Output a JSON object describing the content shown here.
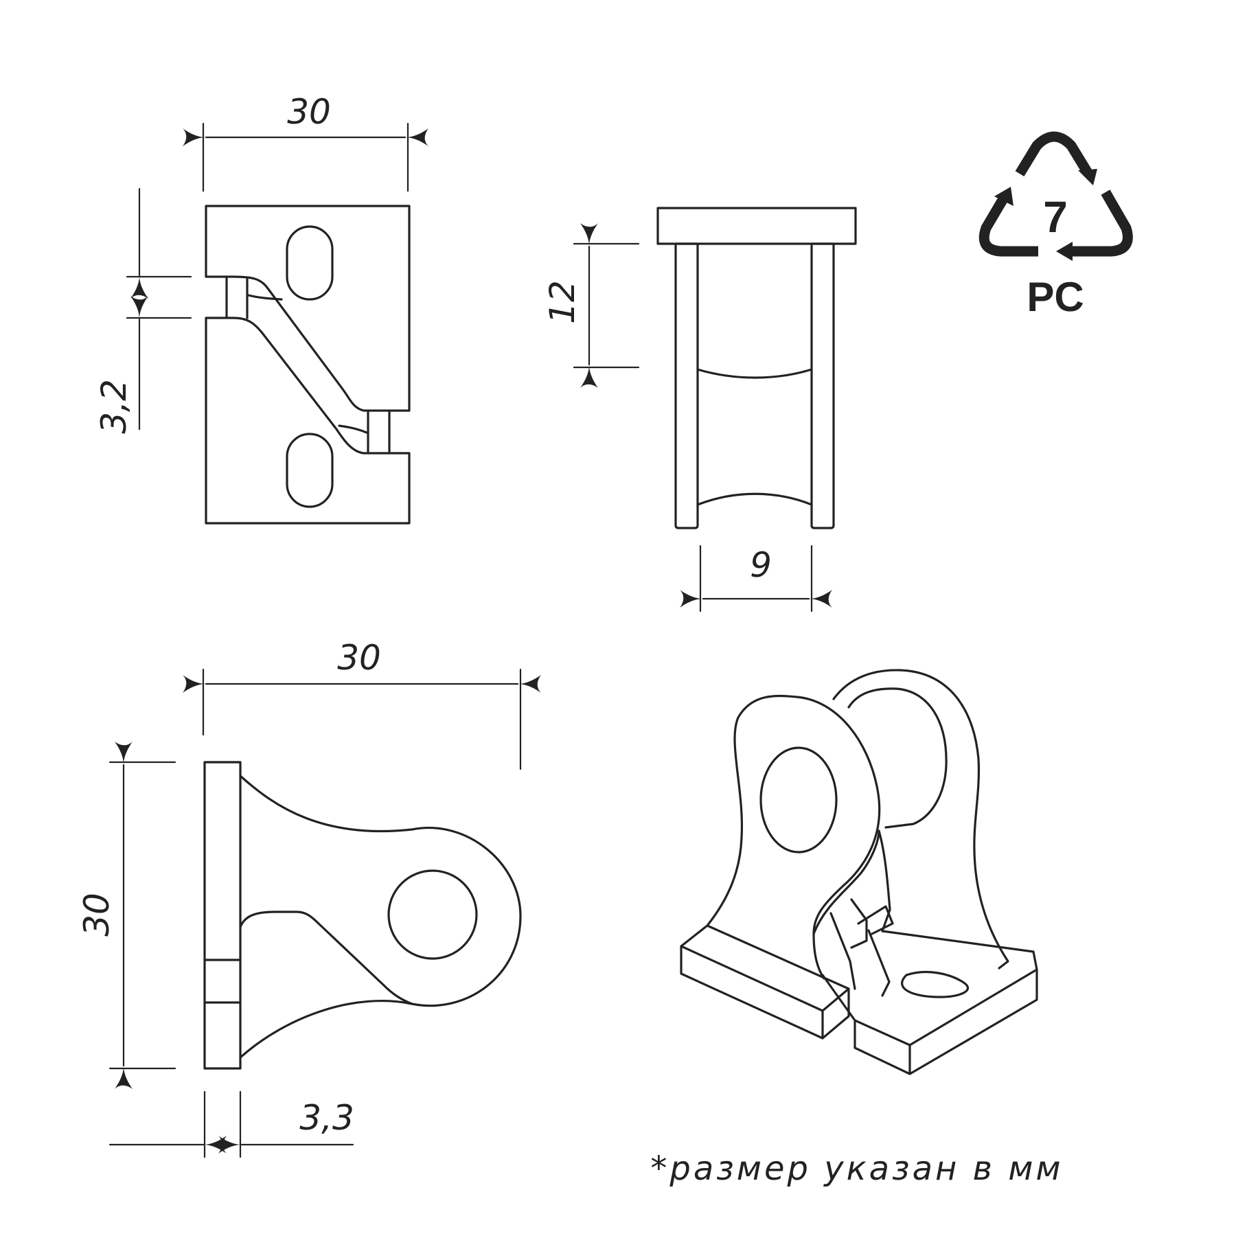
{
  "dimensions": {
    "top_width": "30",
    "slot_gap": "3,2",
    "height_12": "12",
    "width_9": "9",
    "bottom_width": "30",
    "side_height": "30",
    "plate_thickness": "3,3"
  },
  "recycle": {
    "code": "7",
    "material": "PC"
  },
  "note": "*размер указан в мм",
  "colors": {
    "line": "#222222",
    "background": "#ffffff"
  }
}
